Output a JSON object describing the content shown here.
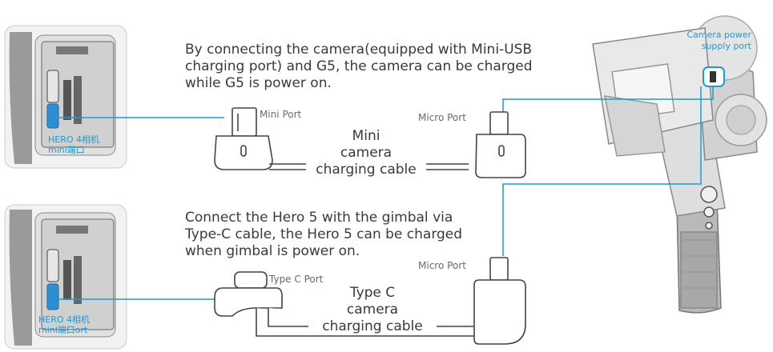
{
  "colors": {
    "accent": "#1a9bd7",
    "text": "#3a3a3a",
    "outline": "#444444"
  },
  "top_section": {
    "description": "By connecting the camera(equipped with Mini-USB\ncharging port) and G5, the camera can be charged\nwhile G5 is power on.",
    "camera_port_label": "HERO 4相机\nmini端口",
    "left_connector_label": "Mini Port",
    "right_connector_label": "Micro Port",
    "cable_label": "Mini\ncamera\ncharging cable"
  },
  "bottom_section": {
    "description": "Connect the Hero 5 with the gimbal via\nType-C cable, the Hero 5 can be charged\nwhen gimbal is power on.",
    "camera_port_label": "HERO 4相机\nmini端口ort",
    "left_connector_label": "Type C Port",
    "right_connector_label": "Micro Port",
    "cable_label": "Type C\ncamera\ncharging cable"
  },
  "gimbal": {
    "power_port_label": "Camera power\nsupply port"
  }
}
